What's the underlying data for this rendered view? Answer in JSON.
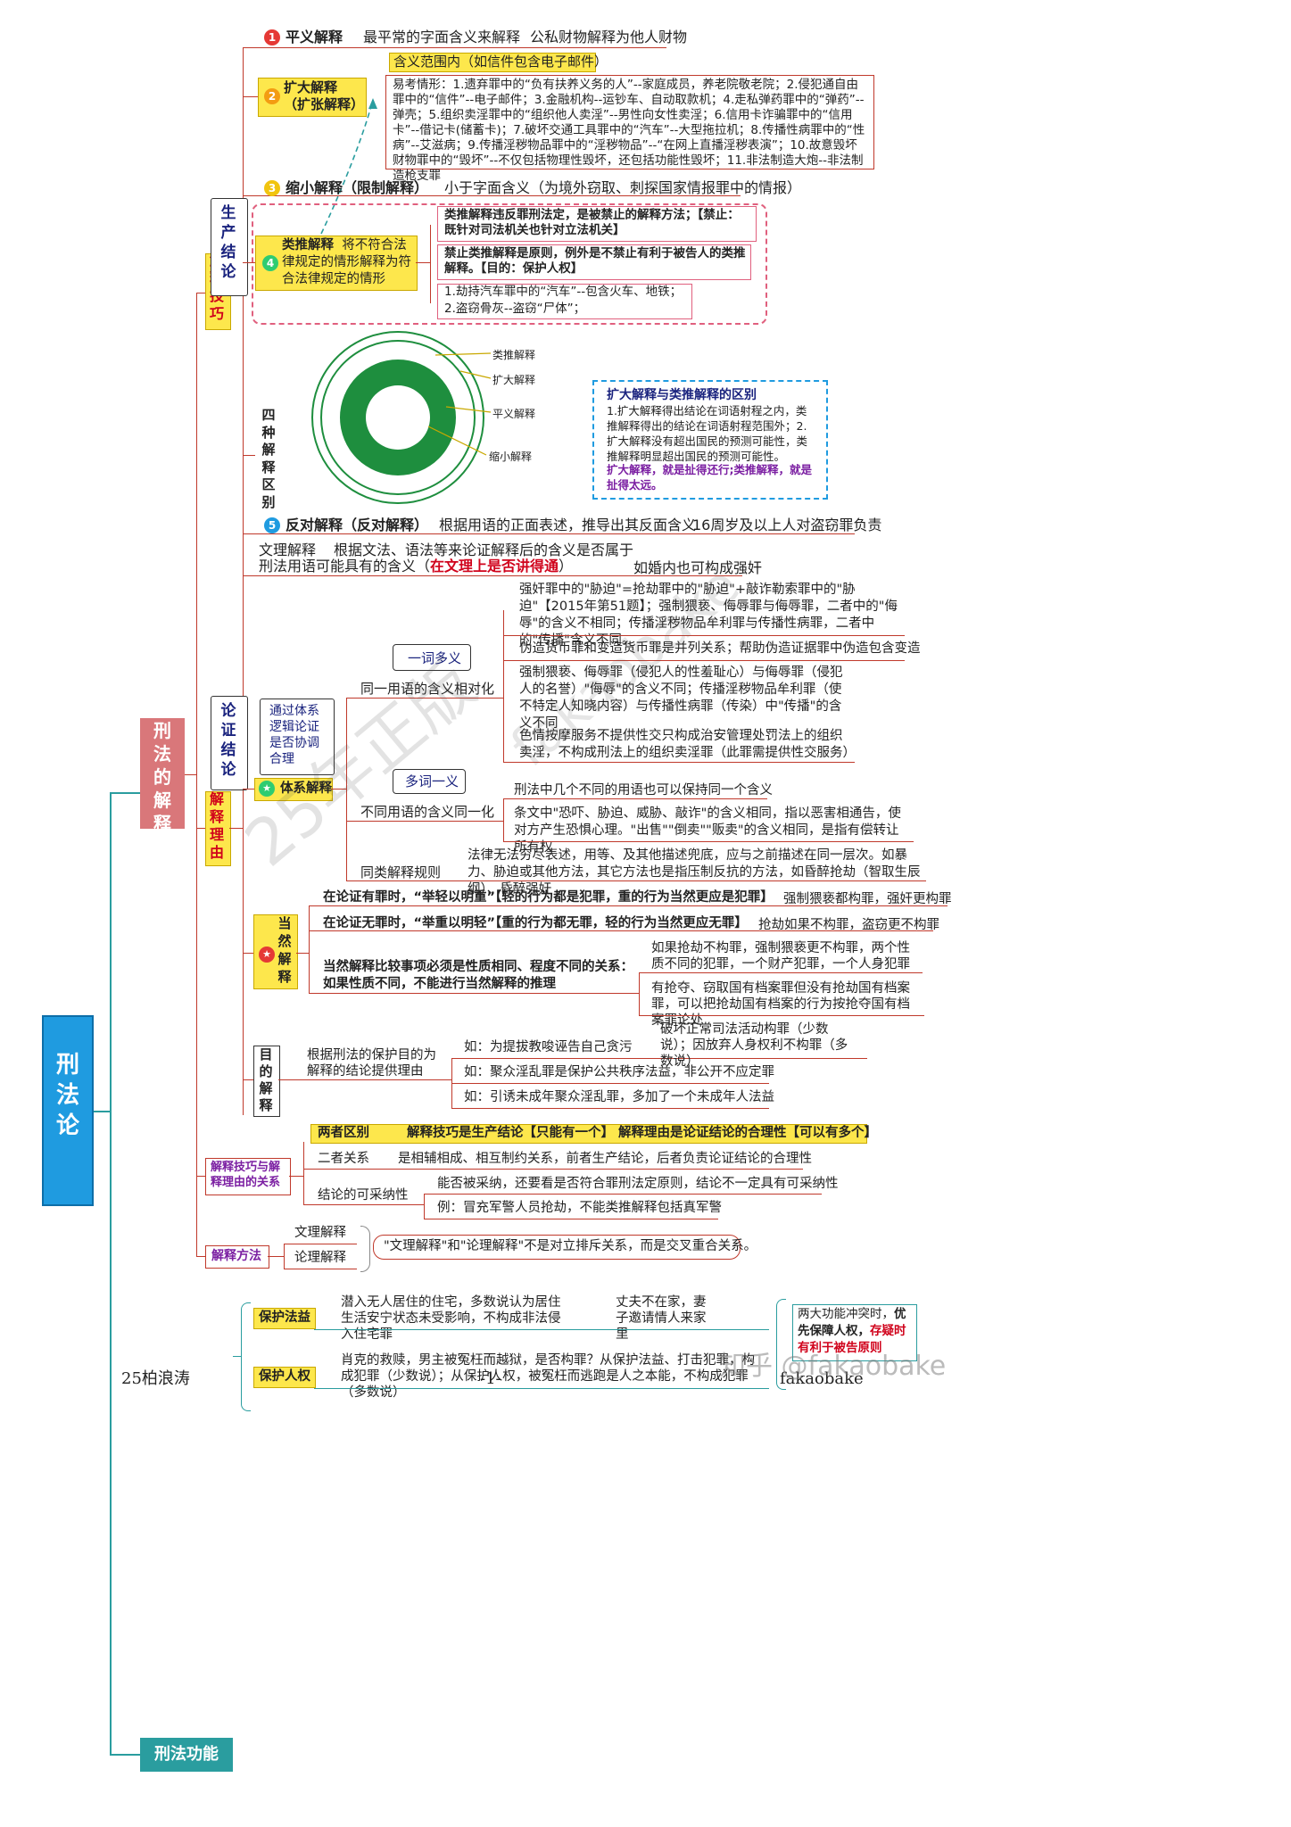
{
  "root": {
    "label": "刑法论"
  },
  "interp": {
    "label": "刑法的解释"
  },
  "func": {
    "label": "刑法功能"
  },
  "techniques": {
    "label": "解释技巧",
    "produce": "生产结论",
    "t1": {
      "num": "1",
      "name": "平义解释",
      "desc": "最平常的字面含义来解释",
      "example": "公私财物解释为他人财物"
    },
    "t2": {
      "num": "2",
      "name": "扩大解释\n（扩张解释）",
      "scope": "含义范围内（如信件包含电子邮件）",
      "cases": "易考情形：1.遗弃罪中的“负有扶养义务的人”--家庭成员，养老院敬老院；2.侵犯通自由罪中的“信件”--电子邮件；3.金融机构--运钞车、自动取款机；4.走私弹药罪中的“弹药”--弹壳；5.组织卖淫罪中的“组织他人卖淫”--男性向女性卖淫；6.信用卡诈骗罪中的“信用卡”--借记卡(储蓄卡)；7.破坏交通工具罪中的“汽车”--大型拖拉机；8.传播性病罪中的“性病”--艾滋病；9.传播淫秽物品罪中的“淫秽物品”--“在网上直播淫秽表演”；10.故意毁坏财物罪中的“毁坏”--不仅包括物理性毁坏，还包括功能性毁坏；11.非法制造大炮--非法制造枪支罪"
    },
    "t3": {
      "num": "3",
      "name": "缩小解释（限制解释）",
      "desc": "小于字面含义（为境外窃取、刺探国家情报罪中的情报）"
    },
    "t4": {
      "num": "4",
      "name": "类推解释",
      "desc": "将不符合法律规定的情形解释为符合法律规定的情形",
      "rule1": "类推解释违反罪刑法定，是被禁止的解释方法；【禁止：既针对司法机关也针对立法机关】",
      "rule2": "禁止类推解释是原则，例外是不禁止有利于被告人的类推解释。【目的：保护人权】",
      "ex1": "1.劫持汽车罪中的“汽车”--包含火车、地铁；",
      "ex2": "2.盗窃骨灰--盗窃“尸体”；"
    },
    "four": {
      "label": "四种解释区别",
      "rings": [
        "类推解释",
        "扩大解释",
        "平义解释",
        "缩小解释"
      ]
    },
    "diff": {
      "title": "扩大解释与类推解释的区别",
      "body": "1.扩大解释得出结论在词语射程之内，类推解释得出的结论在词语射程范围外；2.扩大解释没有超出国民的预测可能性，类推解释明显超出国民的预测可能性。",
      "emph": "扩大解释，就是扯得还行;类推解释，就是扯得太远。"
    },
    "t5": {
      "num": "5",
      "name": "反对解释（反对解释）",
      "desc": "根据用语的正面表述，推导出其反面含义",
      "example": "16周岁及以上人对盗窃罪负责"
    }
  },
  "reasons": {
    "label": "解释理由",
    "argue": "论证结论",
    "textual": {
      "label": "文理解释",
      "desc1": "根据文法、语法等来论证解释后的含义是否属于",
      "desc2": "刑法用语可能具有的含义（",
      "emph": "在文理上是否讲得通",
      "close": "）",
      "example": "如婚内也可构成强奸"
    },
    "system": {
      "label": "体系解释",
      "note": "通过体系逻辑论证是否协调合理",
      "poly": {
        "label": "一词多义",
        "branch": "同一用语的含义相对化",
        "e1": "强奸罪中的\"胁迫\"=抢劫罪中的\"胁迫\"+敲诈勒索罪中的\"胁迫\"【2015年第51题】；强制猥亵、侮辱罪与侮辱罪，二者中的\"侮辱\"的含义不相同；传播淫秽物品牟利罪与传播性病罪，二者中的\"传播\"含义不同。",
        "e2": "伪造货币罪和变造货币罪是并列关系；帮助伪造证据罪中伪造包含变造",
        "e3": "强制猥亵、侮辱罪（侵犯人的性羞耻心）与侮辱罪（侵犯人的名誉）\"侮辱\"的含义不同；传播淫秽物品牟利罪（使不特定人知晓内容）与传播性病罪（传染）中\"传播\"的含义不同",
        "e4": "色情按摩服务不提供性交只构成治安管理处罚法上的组织卖淫，不构成刑法上的组织卖淫罪（此罪需提供性交服务）"
      },
      "mono": {
        "label": "多词一义",
        "branch": "不同用语的含义同一化",
        "e1": "刑法中几个不同的用语也可以保持同一个含义",
        "e2": "条文中\"恐吓、胁迫、威胁、敲诈\"的含义相同，指以恶害相通告，使对方产生恐惧心理。\"出售\"\"倒卖\"\"贩卖\"的含义相同，是指有偿转让所有权"
      },
      "same": {
        "label": "同类解释规则",
        "desc": "法律无法穷尽表述，用等、及其他描述兜底，应与之前描述在同一层次。如暴力、胁迫或其他方法，其它方法也是指压制反抗的方法，如昏醉抢劫（智取生辰纲）、昏醉强奸"
      }
    },
    "natural": {
      "label": "当然解释",
      "r1": "在论证有罪时，“举轻以明重”【轻的行为都是犯罪，重的行为当然更应是犯罪】",
      "r1ex": "强制猥亵都构罪，强奸更构罪",
      "r2": "在论证无罪时，“举重以明轻”【重的行为都无罪，轻的行为当然更应无罪】",
      "r2ex": "抢劫如果不构罪，盗窃更不构罪",
      "r3a": "当然解释比较事项必须是性质相同、程度不同的关系：",
      "r3b": "如果性质不同，不能进行当然解释的推理",
      "r3ex1": "如果抢劫不构罪，强制猥亵更不构罪，两个性质不同的犯罪，一个财产犯罪，一个人身犯罪",
      "r3ex2": "有抢夺、窃取国有档案罪但没有抢劫国有档案罪，可以把抢劫国有档案的行为按抢夺国有档案罪论处"
    },
    "purpose": {
      "label": "目的解释",
      "desc": "根据刑法的保护目的为解释的结论提供理由",
      "e1": "如：为提拔教唆诬告自己贪污",
      "e1r": "破坏正常司法活动构罪（少数说）；因放弃人身权利不构罪（多数说）",
      "e2": "如：聚众淫乱罪是保护公共秩序法益，非公开不应定罪",
      "e3": "如：引诱未成年聚众淫乱罪，多加了一个未成年人法益"
    }
  },
  "relation": {
    "label": "解释技巧与解释理由的关系",
    "diff_label": "两者区别",
    "diff": "解释技巧是生产结论【只能有一个】 解释理由是论证结论的合理性【可以有多个】",
    "rel_label": "二者关系",
    "rel": "是相辅相成、相互制约关系，前者生产结论，后者负责论证结论的合理性",
    "adopt_label": "结论的可采纳性",
    "adopt1": "能否被采纳，还要看是否符合罪刑法定原则，结论不一定具有可采纳性",
    "adopt2": "例：冒充军警人员抢劫，不能类推解释包括真军警"
  },
  "methods": {
    "label": "解释方法",
    "m1": "文理解释",
    "m2": "论理解释",
    "desc": "\"文理解释\"和\"论理解释\"不是对立排斥关系，而是交叉重合关系。"
  },
  "functions": {
    "p1": {
      "label": "保护法益",
      "desc": "潜入无人居住的住宅，多数说认为居住生活安宁状态未受影响，不构成非法侵入住宅罪",
      "ex": "丈夫不在家，妻子邀请情人来家里"
    },
    "p2": {
      "label": "保护人权",
      "desc": "肖克的救赎，男主被冤枉而越狱，是否构罪？从保护法益、打击犯罪，构成犯罪（少数说）；从保护人权，被冤枉而逃跑是人之本能，不构成犯罪（多数说）"
    },
    "conflict1": "两大功能冲突时，",
    "conflict2": "优先保障人权，",
    "conflict3": "存疑时有利于被告原则"
  },
  "footer": {
    "left": "25柏浪涛",
    "center": "-1-",
    "right": "fakaobake"
  },
  "watermark": {
    "w1": "25年正版",
    "w2": "fakaobake",
    "w3": "知乎 @fakaobake"
  },
  "colors": {
    "teal": "#2a9d9f",
    "red": "#c0392b",
    "yellow": "#fde74c",
    "blue_root": "#1f9be0",
    "pink": "#d9777a"
  }
}
